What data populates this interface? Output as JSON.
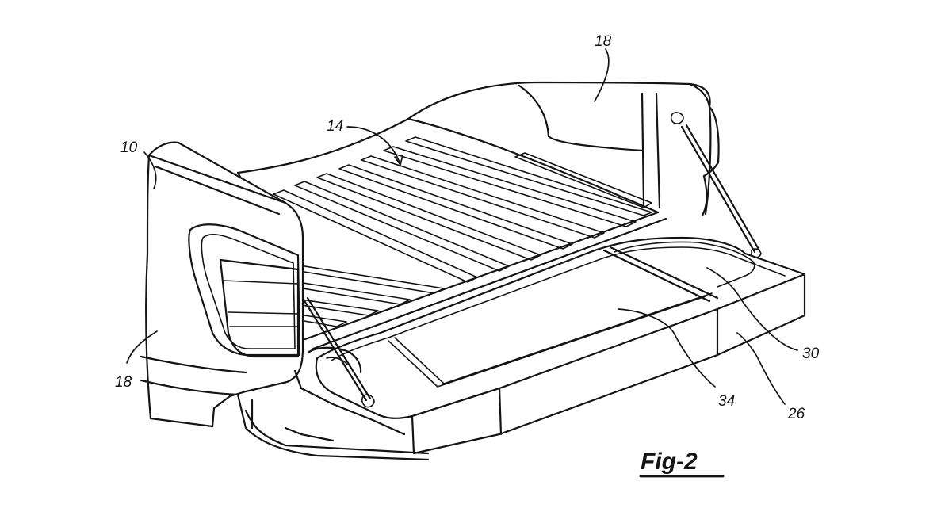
{
  "figure": {
    "label": "Fig-2"
  },
  "references": {
    "bed_floor": "14",
    "truck": "10",
    "side_wall_left": "18",
    "side_wall_right": "18",
    "side_wall_top": "18",
    "cover_right": "30",
    "cover_center": "34",
    "tailgate": "26"
  }
}
